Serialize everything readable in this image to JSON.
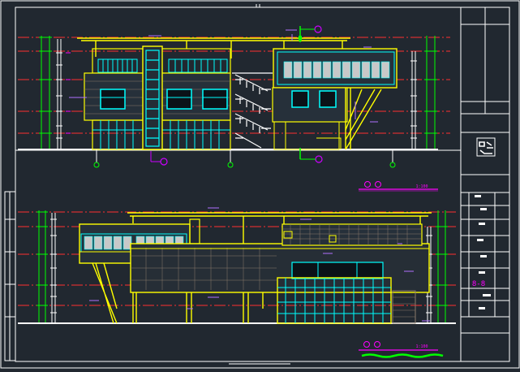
{
  "drawing": {
    "colors": {
      "background": "#212830",
      "frame": "#ffffff",
      "wall": "#ffff00",
      "glass": "#00ffff",
      "panel": "#c8c8c8",
      "axis": "#ff0000",
      "grid": "#ff4040",
      "dimension": "#00ff00",
      "tag": "#cc00ff",
      "leader": "#b070ff"
    },
    "elevation_upper": {
      "scale_label": "1:100",
      "axis_markers": [
        "",
        "",
        ""
      ]
    },
    "elevation_lower": {
      "scale_label": "1:100"
    },
    "title_block": {
      "logo_text": "",
      "side_mark": "8-8"
    }
  }
}
